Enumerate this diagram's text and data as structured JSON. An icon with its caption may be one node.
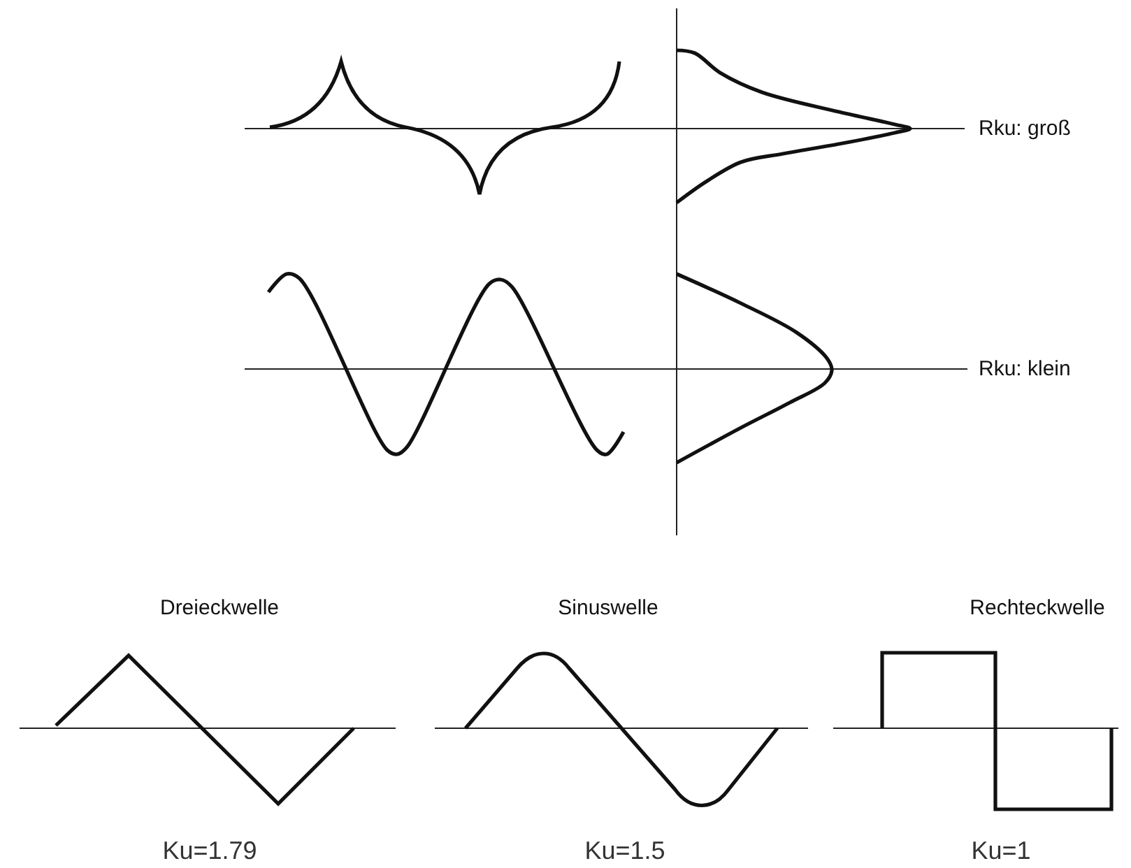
{
  "diagram": {
    "labels": [
      "Rku: groß",
      "Rku: klein",
      "Dreieckwelle",
      "Sinuswelle",
      "Rechteckwelle",
      "Ku=1.79",
      "Ku=1.5",
      "Ku=1"
    ]
  }
}
